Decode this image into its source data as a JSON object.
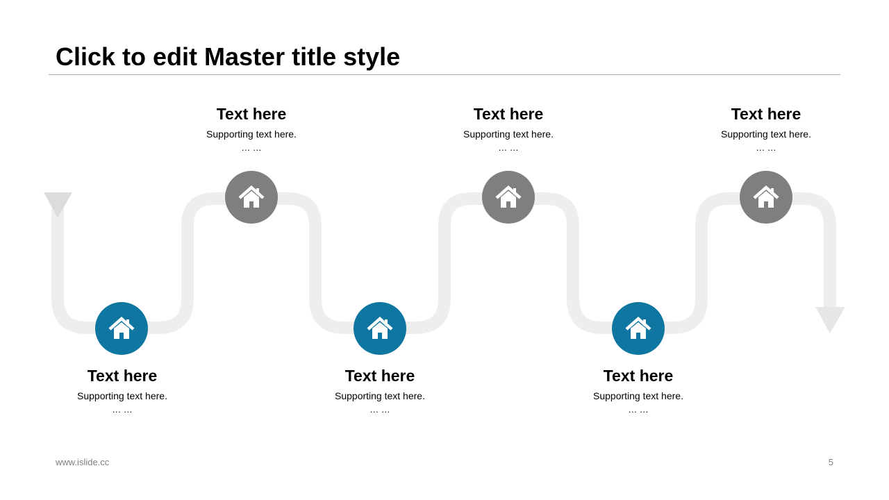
{
  "slide": {
    "title": "Click to edit Master title style",
    "footer_url": "www.islide.cc",
    "page_number": "5"
  },
  "colors": {
    "accent_blue": "#0e76a0",
    "accent_gray": "#7f7f7f",
    "path_gray": "#eeeeee",
    "arrow_gray": "#dcdcdc"
  },
  "steps": [
    {
      "icon": "house-icon",
      "heading": "Text here",
      "sub": "Supporting text here.",
      "dots": "… …",
      "color": "#0e76a0"
    },
    {
      "icon": "house-icon",
      "heading": "Text here",
      "sub": "Supporting text here.",
      "dots": "… …",
      "color": "#7f7f7f"
    },
    {
      "icon": "house-icon",
      "heading": "Text here",
      "sub": "Supporting text here.",
      "dots": "… …",
      "color": "#0e76a0"
    },
    {
      "icon": "house-icon",
      "heading": "Text here",
      "sub": "Supporting text here.",
      "dots": "… …",
      "color": "#7f7f7f"
    },
    {
      "icon": "house-icon",
      "heading": "Text here",
      "sub": "Supporting text here.",
      "dots": "… …",
      "color": "#0e76a0"
    },
    {
      "icon": "house-icon",
      "heading": "Text here",
      "sub": "Supporting text here.",
      "dots": "… …",
      "color": "#7f7f7f"
    }
  ]
}
